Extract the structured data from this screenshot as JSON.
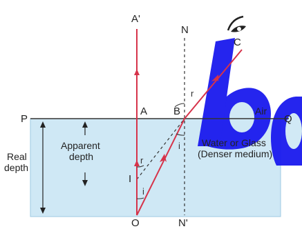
{
  "labels": {
    "A_prime": "A'",
    "N": "N",
    "C": "C",
    "P": "P",
    "A": "A",
    "B": "B",
    "Q": "Q",
    "O": "O",
    "N_prime": "N'",
    "I": "I",
    "r_top": "r",
    "i_mid": "i",
    "r_low": "r",
    "i_low": "i"
  },
  "text": {
    "air": "Air",
    "medium_line1": "Water or Glass",
    "medium_line2": "(Denser medium)",
    "real_line1": "Real",
    "real_line2": "depth",
    "apparent_line1": "Apparent",
    "apparent_line2": "depth"
  },
  "colors": {
    "ray": "#d6334a",
    "medium": "#cfe8f5",
    "medium_edge": "#9cc9e2",
    "watermark": "#1a1aee",
    "line": "#333333"
  },
  "icons": {
    "eye": "eye-icon"
  }
}
